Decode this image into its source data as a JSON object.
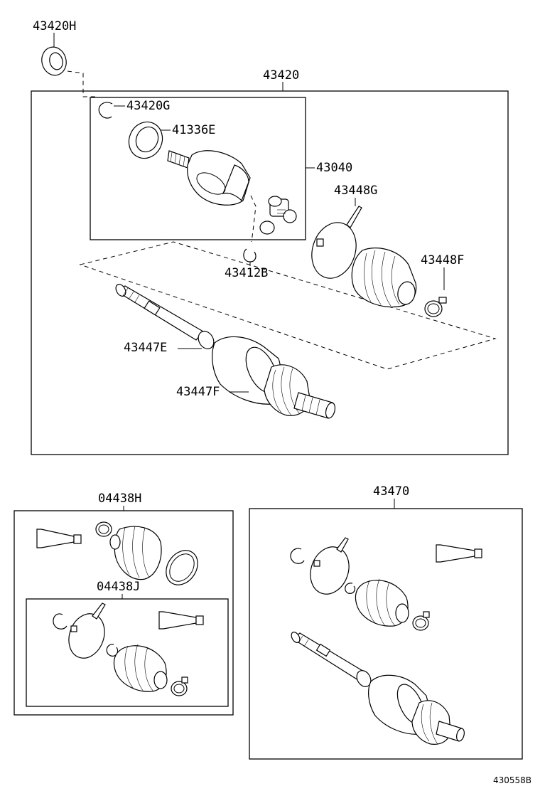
{
  "diagram": {
    "reference_code": "430558B",
    "part_numbers": {
      "p43420H": "43420H",
      "p43420": "43420",
      "p43420G": "43420G",
      "p41336E": "41336E",
      "p43040": "43040",
      "p43448G": "43448G",
      "p43448F": "43448F",
      "p43412B": "43412B",
      "p43447E": "43447E",
      "p43447F": "43447F",
      "p04438H": "04438H",
      "p04438J": "04438J",
      "p43470": "43470"
    }
  }
}
